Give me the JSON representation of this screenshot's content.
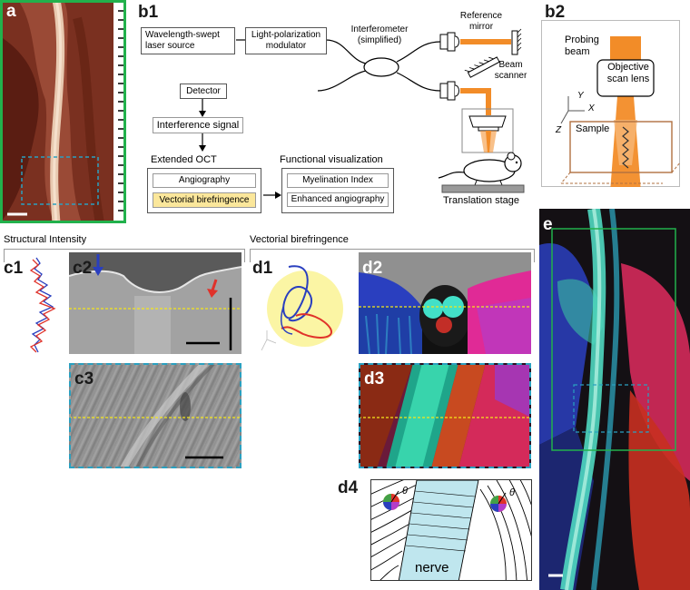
{
  "panels": {
    "a": "a",
    "b1": "b1",
    "b2": "b2",
    "c1": "c1",
    "c2": "c2",
    "c3": "c3",
    "d1": "d1",
    "d2": "d2",
    "d3": "d3",
    "d4": "d4",
    "e": "e"
  },
  "b1": {
    "laser_source": "Wavelength-swept laser source",
    "modulator": "Light-polarization modulator",
    "interferometer": "Interferometer (simplified)",
    "reference_mirror": "Reference mirror",
    "beam_scanner": "Beam scanner",
    "detector": "Detector",
    "interference_signal": "Interference signal",
    "extended_oct": "Extended OCT",
    "angiography": "Angiography",
    "vectorial_birefringence": "Vectorial birefringence",
    "functional_visualization": "Functional visualization",
    "myelination_index": "Myelination Index",
    "enhanced_angiography": "Enhanced angiography",
    "translation_stage": "Translation stage"
  },
  "b2": {
    "probing_beam": "Probing beam",
    "objective": "Objective scan lens",
    "sample": "Sample",
    "axis_x": "X",
    "axis_y": "Y",
    "axis_z": "Z"
  },
  "sections": {
    "structural": "Structural Intensity",
    "vectorial": "Vectorial birefringence"
  },
  "d4": {
    "nerve": "nerve",
    "theta": "θ"
  },
  "colors": {
    "green_frame": "#22b14c",
    "teal_dashed": "#2aa0c0",
    "orange_beam": "#f28c28",
    "highlight_yellow": "#fbe79b",
    "nerve_fill": "#bfe6ee",
    "crosssection_yellow": "#f5e71a",
    "blue_arrow": "#2a3fbf",
    "red_arrow": "#e0322a"
  }
}
